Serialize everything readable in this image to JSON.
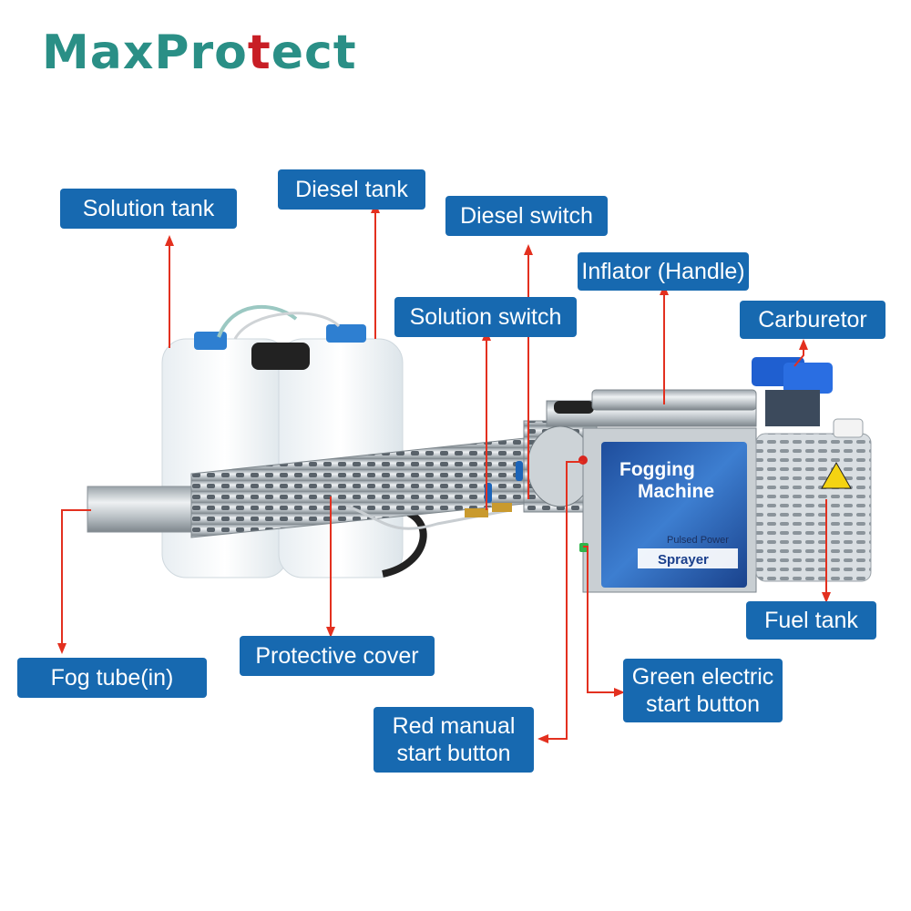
{
  "logo": {
    "part1": "MaxPro",
    "part2": "t",
    "part3": "ect"
  },
  "labels": {
    "solution_tank": "Solution tank",
    "diesel_tank": "Diesel tank",
    "diesel_switch": "Diesel switch",
    "inflator": "Inflator (Handle)",
    "solution_switch": "Solution switch",
    "carburetor": "Carburetor",
    "fuel_tank": "Fuel tank",
    "protective_cover": "Protective cover",
    "fog_tube": "Fog tube(in)",
    "green_start_line1": "Green electric",
    "green_start_line2": "start button",
    "red_start_line1": "Red manual",
    "red_start_line2": "start button"
  },
  "machine_plate": {
    "line1": "Fogging",
    "line2": "Machine",
    "line3": "Pulsed Power",
    "line4": "Sprayer"
  },
  "colors": {
    "label_bg": "#1769b0",
    "arrow": "#e3301f",
    "logo_teal": "#2a8f86",
    "logo_red": "#c81e25"
  }
}
